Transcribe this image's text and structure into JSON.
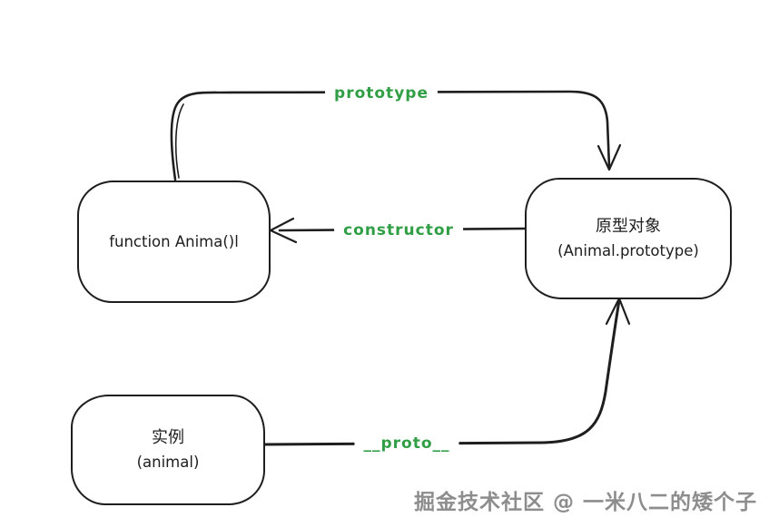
{
  "canvas": {
    "background": "#ffffff",
    "stroke_color": "#1e1e1e",
    "accent_green": "#2f9e44",
    "watermark_gray": "#8d8d8d"
  },
  "boxes": {
    "function": {
      "lines": [
        "function Anima()l"
      ]
    },
    "prototype_object": {
      "lines": [
        "原型对象",
        "(Animal.prototype)"
      ]
    },
    "instance": {
      "lines": [
        "实例",
        "(animal)"
      ]
    }
  },
  "arrows": {
    "prototype": {
      "label": "prototype",
      "from": "function box (top)",
      "to": "prototype object box (top)",
      "color": "#2f9e44"
    },
    "constructor": {
      "label": "constructor",
      "from": "prototype object (left)",
      "to": "function box (right)",
      "color": "#2f9e44"
    },
    "proto": {
      "label": "__proto__",
      "from": "instance box (right)",
      "to": "prototype object box (bottom)",
      "color": "#2f9e44"
    }
  },
  "watermark": {
    "text": "掘金技术社区 @ 一米八二的矮个子"
  }
}
